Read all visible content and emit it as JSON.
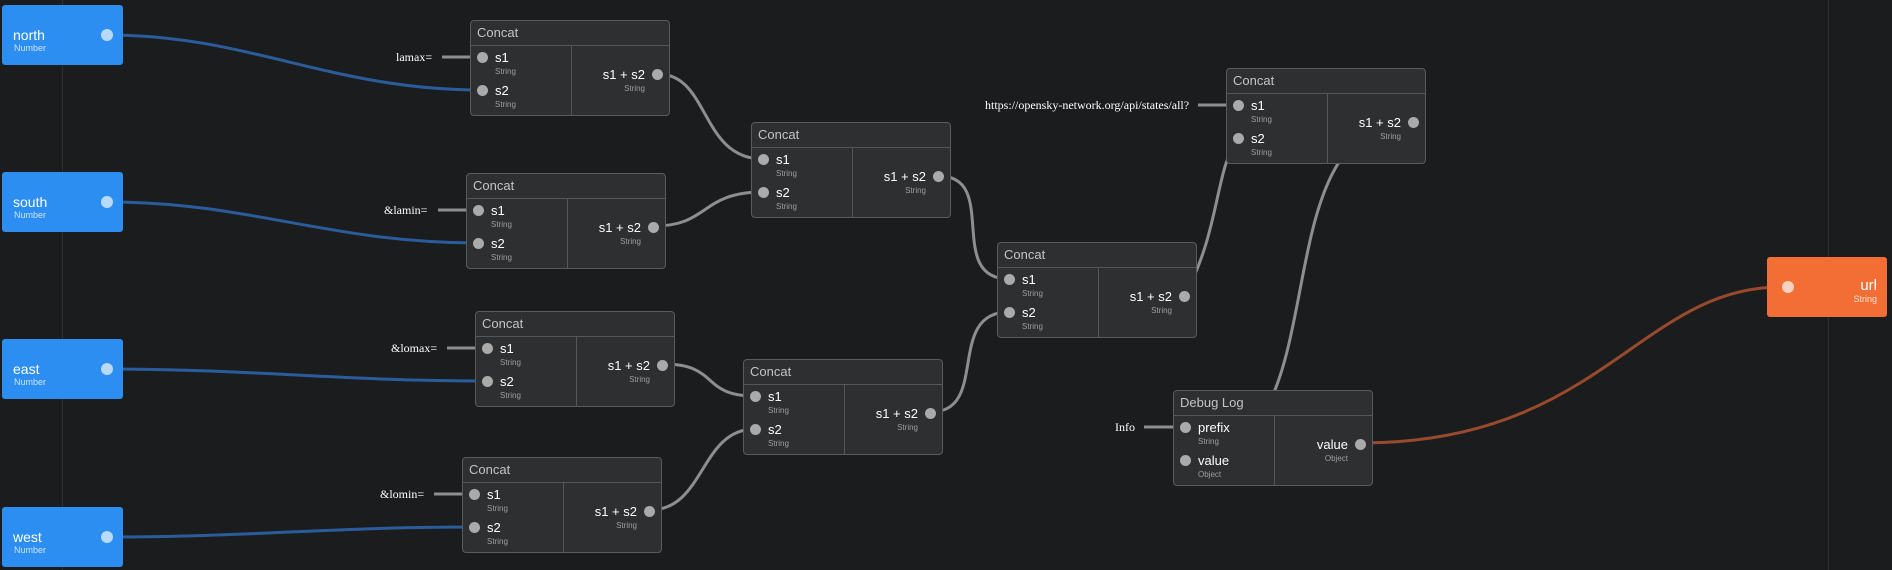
{
  "parameters": [
    {
      "name": "north",
      "type": "Number"
    },
    {
      "name": "south",
      "type": "Number"
    },
    {
      "name": "east",
      "type": "Number"
    },
    {
      "name": "west",
      "type": "Number"
    }
  ],
  "concat_nodes": [
    {
      "title": "Concat",
      "s1": "s1",
      "s2": "s2",
      "out": "s1 + s2",
      "type": "String"
    },
    {
      "title": "Concat",
      "s1": "s1",
      "s2": "s2",
      "out": "s1 + s2",
      "type": "String"
    },
    {
      "title": "Concat",
      "s1": "s1",
      "s2": "s2",
      "out": "s1 + s2",
      "type": "String"
    },
    {
      "title": "Concat",
      "s1": "s1",
      "s2": "s2",
      "out": "s1 + s2",
      "type": "String"
    },
    {
      "title": "Concat",
      "s1": "s1",
      "s2": "s2",
      "out": "s1 + s2",
      "type": "String"
    },
    {
      "title": "Concat",
      "s1": "s1",
      "s2": "s2",
      "out": "s1 + s2",
      "type": "String"
    },
    {
      "title": "Concat",
      "s1": "s1",
      "s2": "s2",
      "out": "s1 + s2",
      "type": "String"
    },
    {
      "title": "Concat",
      "s1": "s1",
      "s2": "s2",
      "out": "s1 + s2",
      "type": "String"
    }
  ],
  "debug_node": {
    "title": "Debug Log",
    "prefix_label": "prefix",
    "prefix_type": "String",
    "value_label": "value",
    "value_type": "Object",
    "out_label": "value",
    "out_type": "Object"
  },
  "constants": [
    "lamax=",
    "&lamin=",
    "&lomax=",
    "&lomin=",
    "https://opensky-network.org/api/states/all?",
    "Info"
  ],
  "output": {
    "name": "url",
    "type": "String"
  },
  "wire_colors": {
    "number": "#2a5c9b",
    "string": "#8e8e8e",
    "object": "#9a4a2c"
  }
}
